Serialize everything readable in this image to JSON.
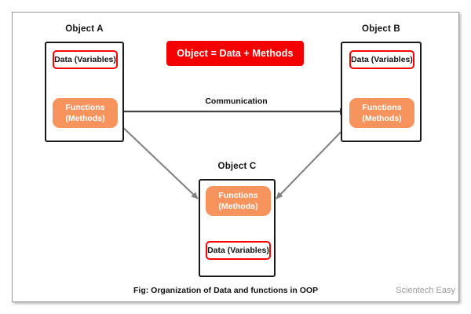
{
  "figure": {
    "caption": "Fig: Organization of Data and functions in OOP",
    "watermark": "Scientech Easy",
    "banner_text": "Object = Data + Methods",
    "communication_label": "Communication"
  },
  "colors": {
    "banner_bg": "#F50000",
    "data_border": "#FF0000",
    "functions_bg": "#F7945E",
    "object_border": "#1A1A1A",
    "internal_arrow": "#7FE03C",
    "communication_arrow": "#444444",
    "diagonal_arrow": "#808080",
    "frame_border": "#9A9A9A",
    "watermark_text": "#9B9B9B"
  },
  "objects": [
    {
      "id": "object-a",
      "title": "Object A",
      "data_label": "Data (Variables)",
      "functions_line1": "Functions",
      "functions_line2": "(Methods)",
      "order": "data-top"
    },
    {
      "id": "object-b",
      "title": "Object B",
      "data_label": "Data (Variables)",
      "functions_line1": "Functions",
      "functions_line2": "(Methods)",
      "order": "data-top"
    },
    {
      "id": "object-c",
      "title": "Object C",
      "data_label": "Data (Variables)",
      "functions_line1": "Functions",
      "functions_line2": "(Methods)",
      "order": "functions-top"
    }
  ],
  "connections": [
    {
      "id": "a-b",
      "label": "Communication",
      "from": "object-a",
      "to": "object-b",
      "direction": "bidirectional"
    },
    {
      "id": "a-c",
      "label": "",
      "from": "object-a",
      "to": "object-c",
      "direction": "bidirectional"
    },
    {
      "id": "b-c",
      "label": "",
      "from": "object-b",
      "to": "object-c",
      "direction": "bidirectional"
    }
  ]
}
